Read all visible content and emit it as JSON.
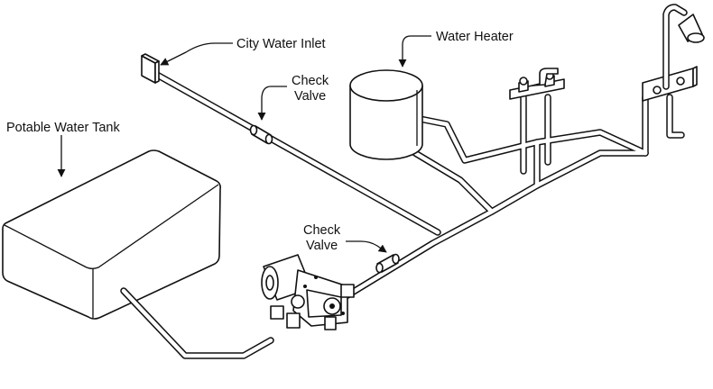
{
  "labels": {
    "city_water_inlet": "City Water Inlet",
    "check_valve_top_line1": "Check",
    "check_valve_top_line2": "Valve",
    "water_heater": "Water Heater",
    "potable_water_tank": "Potable Water Tank",
    "check_valve_bottom_line1": "Check",
    "check_valve_bottom_line2": "Valve"
  },
  "colors": {
    "line": "#111111",
    "background": "#ffffff"
  }
}
